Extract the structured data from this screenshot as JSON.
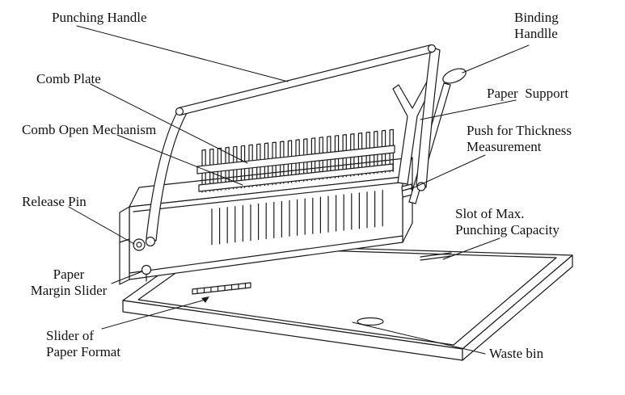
{
  "colors": {
    "ink": "#1a1a1a",
    "background": "#ffffff"
  },
  "labels": {
    "punching_handle": {
      "lines": [
        "Punching Handle"
      ]
    },
    "binding_handle": {
      "lines": [
        "Binding",
        "Handlle"
      ]
    },
    "comb_plate": {
      "lines": [
        "Comb Plate"
      ]
    },
    "paper_support": {
      "lines": [
        "Paper  Support"
      ]
    },
    "comb_open_mechanism": {
      "lines": [
        "Comb Open Mechanism"
      ]
    },
    "push_for_thickness_measurement": {
      "lines": [
        "Push for Thickness",
        "Measurement"
      ]
    },
    "release_pin": {
      "lines": [
        "Release Pin"
      ]
    },
    "slot_of_max_punching_capacity": {
      "lines": [
        "Slot of Max.",
        "Punching Capacity"
      ]
    },
    "paper_margin_slider": {
      "lines": [
        "Paper",
        "Margin Slider"
      ]
    },
    "slider_of_paper_format": {
      "lines": [
        "Slider of",
        "Paper Format"
      ]
    },
    "waste_bin": {
      "lines": [
        "Waste bin"
      ]
    }
  }
}
